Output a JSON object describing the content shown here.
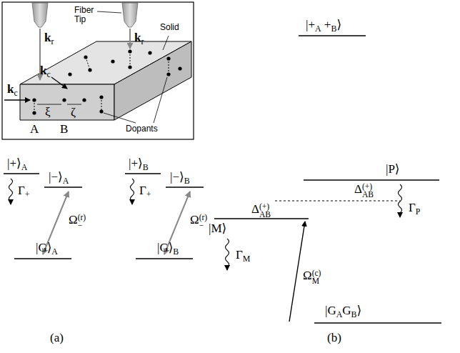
{
  "diagram": {
    "labels": [
      "Fiber Tip",
      "kr",
      "kr",
      "kc",
      "kc",
      "Solid",
      "Dopants",
      "ξ",
      "ζ",
      "A",
      "B",
      "|+⟩A",
      "Γ+",
      "|−⟩A",
      "|G⟩A",
      "Ω−(r)",
      "|+⟩B",
      "Γ+",
      "|−⟩B",
      "|G⟩B",
      "Ω−(r)",
      "|+A +B⟩",
      "|P⟩",
      "ΔAB(+)",
      "ΓP",
      "ΔAB(+)",
      "|M⟩",
      "ΓM",
      "ΩM(c)",
      "|GAGB⟩",
      "(a)",
      "(b)"
    ]
  }
}
